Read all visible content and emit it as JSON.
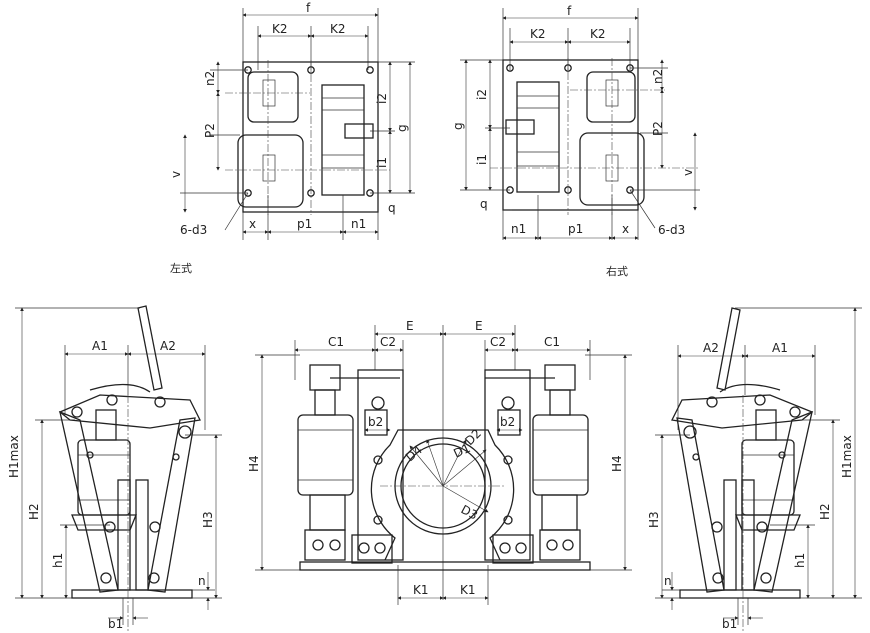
{
  "top_left_view": {
    "caption": "左式",
    "labels": {
      "f": "f",
      "k2a": "K2",
      "k2b": "K2",
      "n2": "n2",
      "p2": "P2",
      "v": "v",
      "x": "x",
      "p1": "p1",
      "n1": "n1",
      "q": "q",
      "i1": "i1",
      "i2": "i2",
      "g": "g",
      "d3": "6-d3"
    }
  },
  "top_right_view": {
    "caption": "右式",
    "labels": {
      "f": "f",
      "k2a": "K2",
      "k2b": "K2",
      "n2": "n2",
      "p2": "P2",
      "v": "v",
      "x": "x",
      "p1": "p1",
      "n1": "n1",
      "q": "q",
      "i1": "i1",
      "i2": "i2",
      "g": "g",
      "d3": "6-d3"
    }
  },
  "left_side_view": {
    "labels": {
      "a1": "A1",
      "a2": "A2",
      "h1max": "H1max",
      "h2": "H2",
      "h3": "H3",
      "h1": "h1",
      "n": "n",
      "b1": "b1"
    }
  },
  "front_view": {
    "labels": {
      "c1l": "C1",
      "c2l": "C2",
      "el": "E",
      "er": "E",
      "c2r": "C2",
      "c1r": "C1",
      "b2l": "b2",
      "b2r": "b2",
      "h4l": "H4",
      "h4r": "H4",
      "k1l": "K1",
      "k1r": "K1",
      "d1": "D1",
      "d2": "D2",
      "d3": "D3",
      "d4": "D4"
    }
  },
  "right_side_view": {
    "labels": {
      "a1": "A1",
      "a2": "A2",
      "h1max": "H1max",
      "h2": "H2",
      "h3": "H3",
      "h1": "h1",
      "n": "n",
      "b1": "b1"
    }
  }
}
